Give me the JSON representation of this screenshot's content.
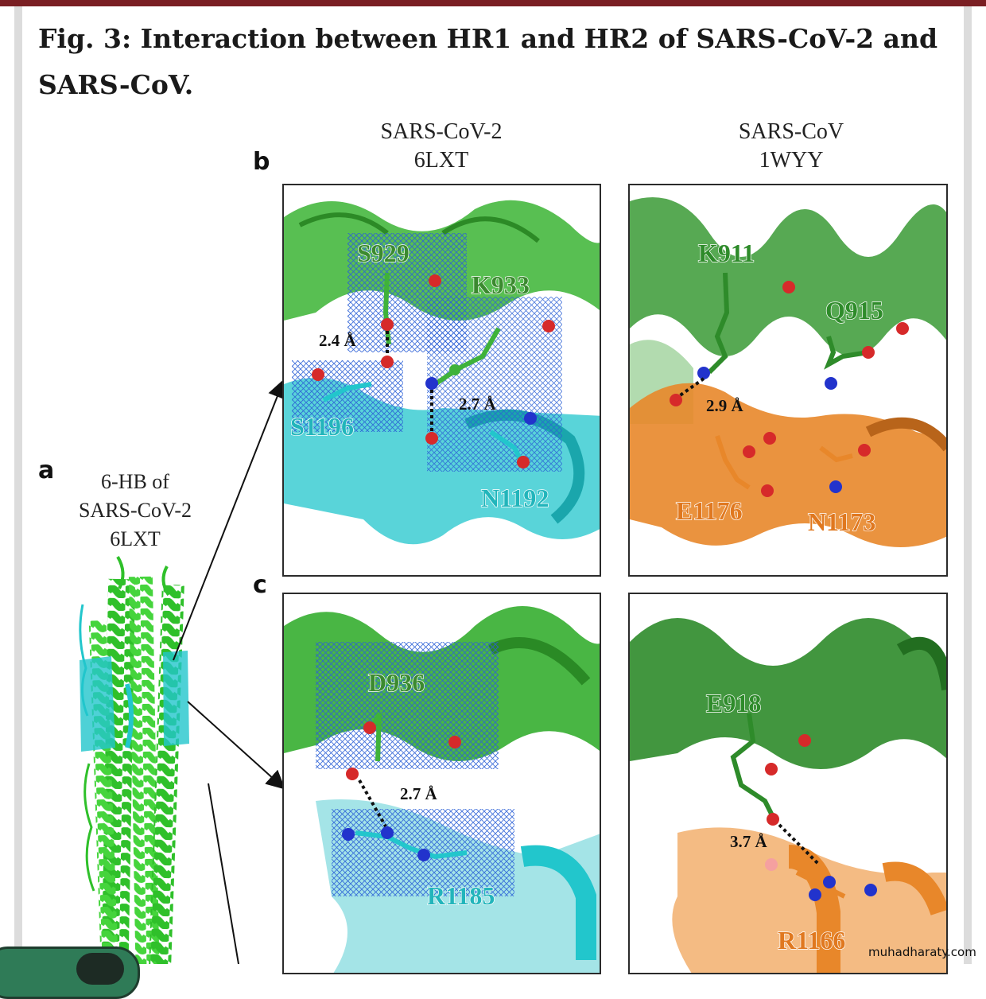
{
  "figure": {
    "title": "Fig. 3: Interaction between HR1 and HR2 of SARS-CoV-2 and SARS-CoV.",
    "column_headers": {
      "left": [
        "SARS-CoV-2",
        "6LXT"
      ],
      "right": [
        "SARS-CoV",
        "1WYY"
      ]
    },
    "panel_letters": {
      "a": "a",
      "b": "b",
      "c": "c"
    },
    "panel_a_caption": [
      "6-HB of",
      "SARS-CoV-2",
      "6LXT"
    ]
  },
  "panels": {
    "b_left": {
      "residues": [
        "S929",
        "K933",
        "S1196",
        "N1192"
      ],
      "distances": [
        "2.4 Å",
        "2.7 Å"
      ]
    },
    "b_right": {
      "residues": [
        "K911",
        "Q915",
        "E1176",
        "N1173"
      ],
      "distances": [
        "2.9 Å"
      ]
    },
    "c_left": {
      "residues": [
        "D936",
        "R1185"
      ],
      "distances": [
        "2.7 Å"
      ]
    },
    "c_right": {
      "residues": [
        "E918",
        "R1166"
      ],
      "distances": [
        "3.7 Å"
      ]
    }
  },
  "colors": {
    "hr1_green": "#3fb23a",
    "hr2_cyan_sars_cov_2": "#22c6cc",
    "hr2_orange_sars_cov": "#e8872a",
    "mesh_blue": "#2a5fd6",
    "oxygen_red": "#d62a2a",
    "nitrogen_blue": "#2233cc",
    "accent_bar": "#7a1f23"
  },
  "watermark": "muhadharaty.com"
}
